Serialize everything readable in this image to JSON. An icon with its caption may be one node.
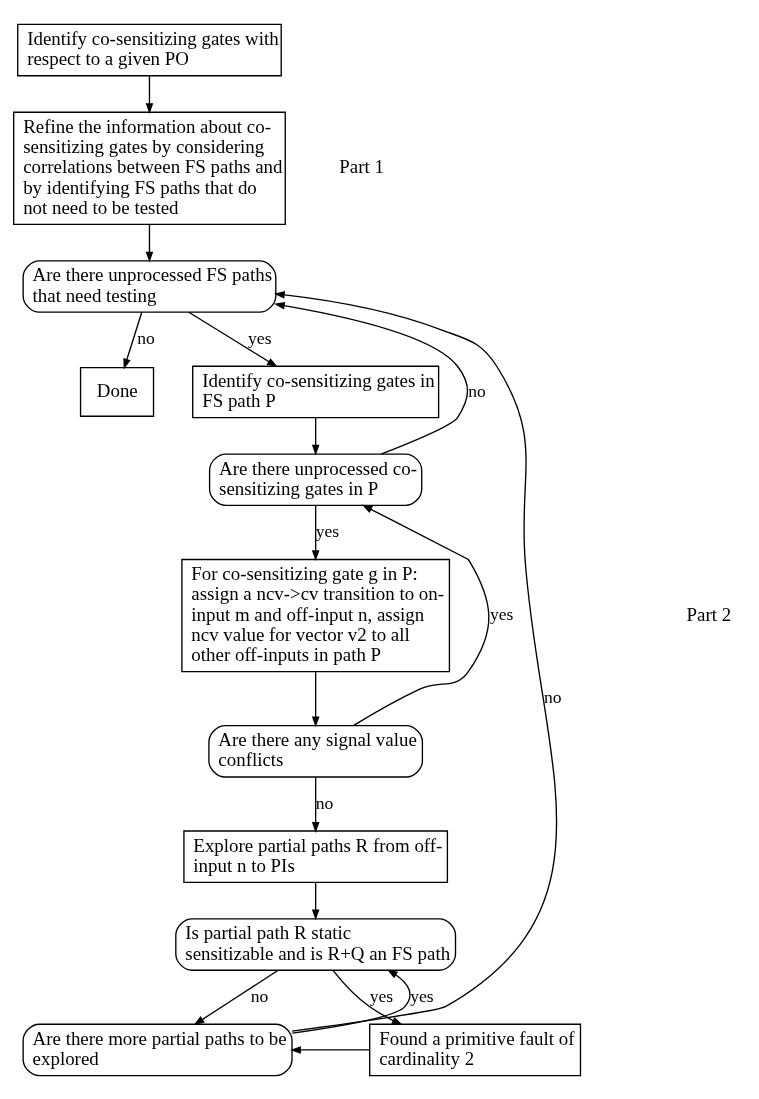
{
  "diagram": {
    "nodes": [
      {
        "text": [
          "Identify co-sensitizing gates with respect to a given PO"
        ]
      },
      {
        "text": [
          "Refine the information about co-sensitizing gates by considering correlations between FS paths and by identifying FS paths that do not need to be tested"
        ]
      },
      {
        "text": [
          "Are there unprocessed FS paths that need testing"
        ]
      },
      {
        "text": [
          "Done"
        ]
      },
      {
        "text": [
          "Identify co-sensitizing gates in FS path P"
        ]
      },
      {
        "text": [
          "Are there unprocessed co-sensitizing gates in P"
        ]
      },
      {
        "text": [
          "For co-sensitizing gate g in P: assign a ncv->cv transition to on-input m and off-input n, assign ncv value for vector v2 to all other off-inputs in path P"
        ]
      },
      {
        "text": [
          "Are there any signal value conflicts"
        ]
      },
      {
        "text": [
          "Explore partial paths R from off-input n to PIs"
        ]
      },
      {
        "text": [
          "Is partial path R static sensitizable and is R+Q an FS path"
        ]
      },
      {
        "text": [
          "Are there more partial paths to be explored"
        ]
      },
      {
        "text": [
          "Found a primitive fault of cardinality 2"
        ]
      }
    ],
    "edges": [
      {
        "from": 0,
        "to": 1,
        "arrow": "to"
      },
      {
        "from": 1,
        "to": 2,
        "arrow": "to"
      },
      {
        "from": 2,
        "to": 3,
        "arrow": "to",
        "label": "no"
      },
      {
        "from": 2,
        "to": 4,
        "arrow": "to",
        "label": "yes"
      },
      {
        "from": 4,
        "to": 5,
        "arrow": "to"
      },
      {
        "from": 5,
        "to": 2,
        "arrow": "to",
        "label": "no"
      },
      {
        "from": 5,
        "to": 6,
        "arrow": "to",
        "label": "yes"
      },
      {
        "from": 6,
        "to": 7,
        "arrow": "to"
      },
      {
        "from": 7,
        "to": 5,
        "arrow": "to",
        "label": "yes"
      },
      {
        "from": 7,
        "to": 8,
        "arrow": "to",
        "label": "no"
      },
      {
        "from": 8,
        "to": 9,
        "arrow": "to"
      },
      {
        "from": 9,
        "to": 10,
        "arrow": "to",
        "label": "no"
      },
      {
        "from": 9,
        "to": 11,
        "arrow": "to",
        "label": "yes"
      },
      {
        "from": 11,
        "to": 10,
        "arrow": "to"
      },
      {
        "from": 10,
        "to": 9,
        "arrow": "to",
        "label": "yes"
      },
      {
        "from": 10,
        "to": 2,
        "arrow": "to",
        "label": "no"
      }
    ],
    "labels": [
      "Part 1",
      "Part 2"
    ]
  }
}
